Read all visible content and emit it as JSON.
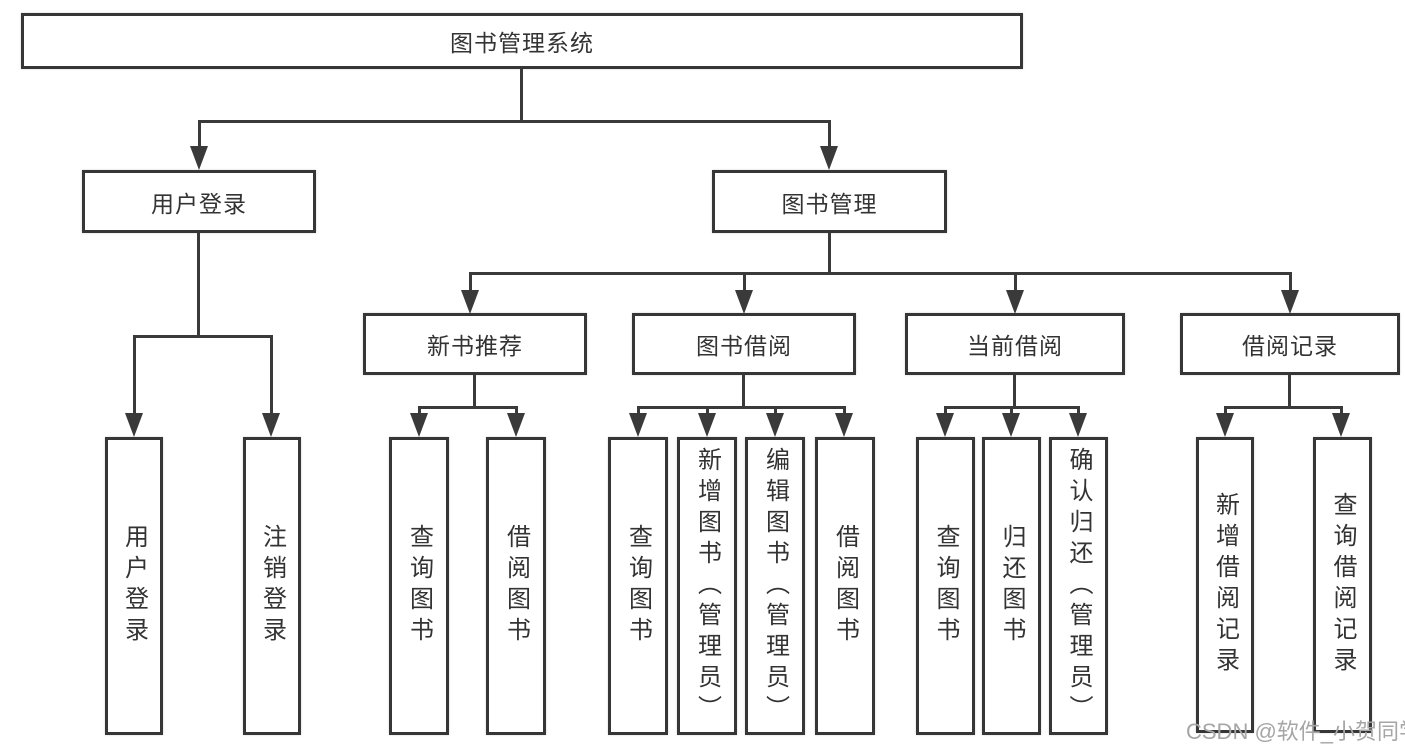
{
  "diagram": {
    "root": "图书管理系统",
    "level1": {
      "login": "用户登录",
      "mgmt": "图书管理"
    },
    "login_children": [
      "用户登录",
      "注销登录"
    ],
    "mgmt_children": [
      "新书推荐",
      "图书借阅",
      "当前借阅",
      "借阅记录"
    ],
    "new_book_children": [
      "查询图书",
      "借阅图书"
    ],
    "borrow_children": [
      "查询图书",
      "新增图书（管理员）",
      "编辑图书（管理员）",
      "借阅图书"
    ],
    "current_children": [
      "查询图书",
      "归还图书",
      "确认归还（管理员）"
    ],
    "record_children": [
      "新增借阅记录",
      "查询借阅记录"
    ]
  },
  "watermark": "CSDN @软件_小贺同学",
  "colors": {
    "line": "#3a3a3a",
    "border": "#363636",
    "text": "#333333",
    "watermark": "#a6a6a6",
    "background": "#ffffff"
  }
}
